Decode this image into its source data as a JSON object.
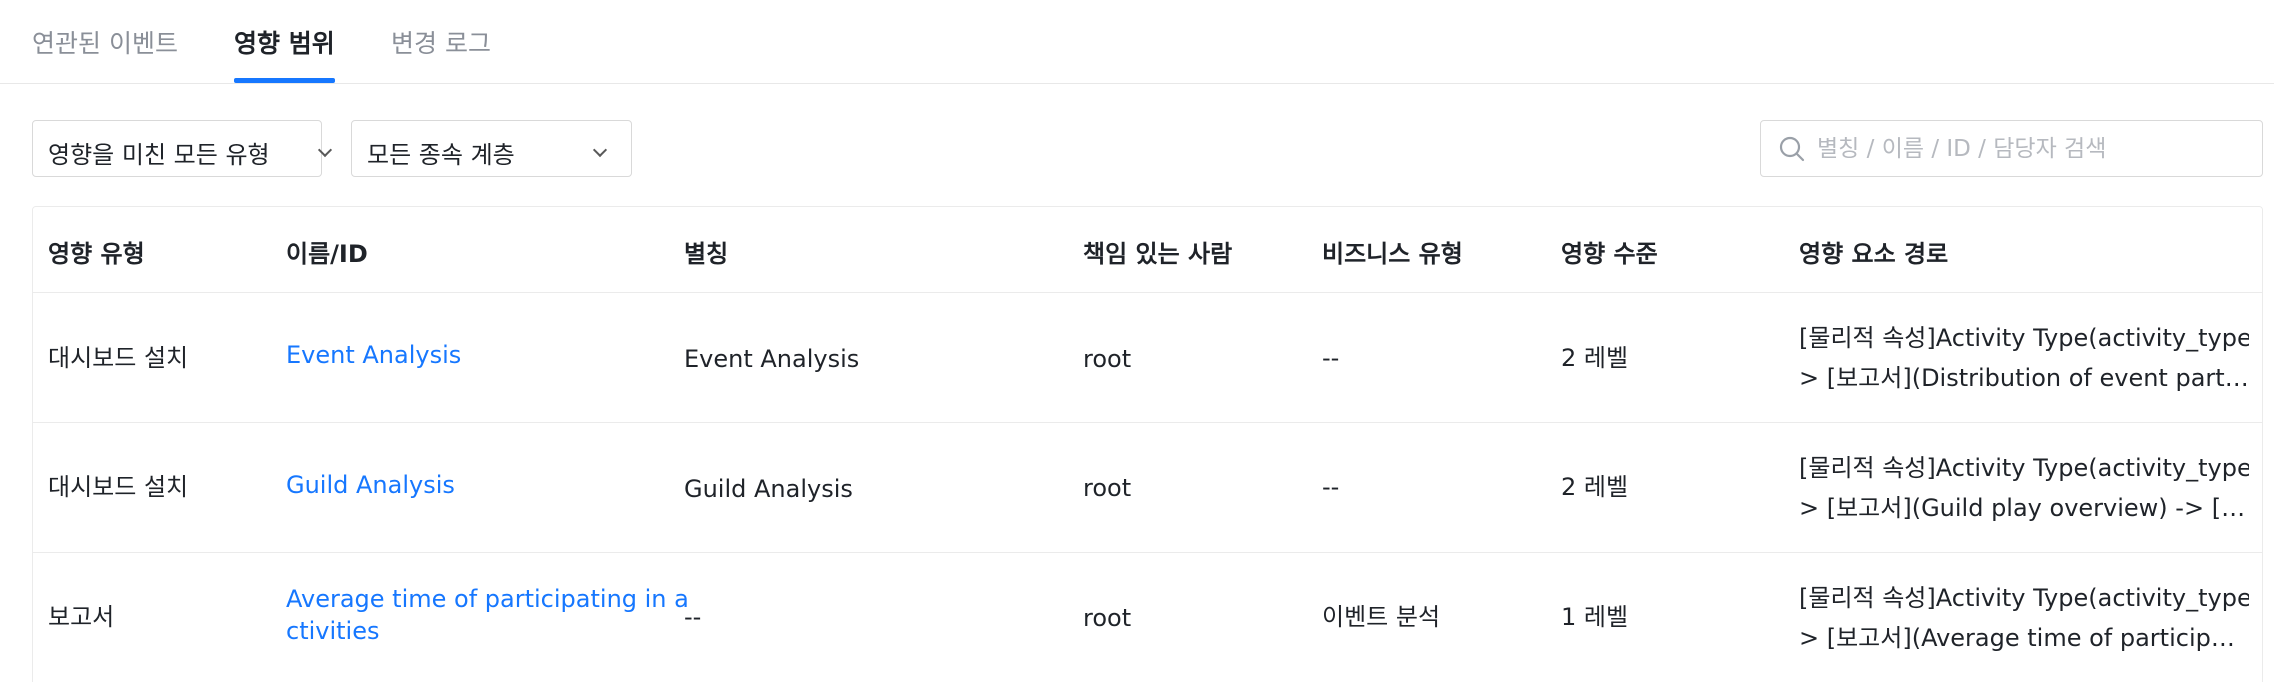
{
  "tabs": [
    {
      "label": "연관된 이벤트",
      "active": false
    },
    {
      "label": "영향 범위",
      "active": true
    },
    {
      "label": "변경 로그",
      "active": false
    }
  ],
  "accent_color": "#1677ff",
  "filters": {
    "impact_type": "영향을 미친 모든 유형",
    "dependency_level": "모든 종속 계층"
  },
  "search": {
    "placeholder": "별칭 / 이름 / ID / 담당자 검색",
    "value": ""
  },
  "table": {
    "columns": [
      "영향 유형",
      "이름/ID",
      "별칭",
      "책임 있는 사람",
      "비즈니스 유형",
      "영향 수준",
      "영향 요소 경로"
    ],
    "rows": [
      {
        "impact_type": "대시보드 설치",
        "name_lines": [
          "Event Analysis"
        ],
        "alias": "Event Analysis",
        "owner": "root",
        "business_type": "--",
        "impact_level": "2 레벨",
        "path_line1": "[물리적 속성]Activity Type(activity_type) -",
        "path_line2": "> [보고서](Distribution of event participation"
      },
      {
        "impact_type": "대시보드 설치",
        "name_lines": [
          "Guild Analysis"
        ],
        "alias": "Guild Analysis",
        "owner": "root",
        "business_type": "--",
        "impact_level": "2 레벨",
        "path_line1": "[물리적 속성]Activity Type(activity_type) -",
        "path_line2": "> [보고서](Guild play overview) -> [대시보드]"
      },
      {
        "impact_type": "보고서",
        "name_lines": [
          "Average time of participating in a",
          "ctivities"
        ],
        "alias": "--",
        "owner": "root",
        "business_type": "이벤트 분석",
        "impact_level": "1 레벨",
        "path_line1": "[물리적 속성]Activity Type(activity_type) -",
        "path_line2": "> [보고서](Average time of participating in activities)"
      }
    ]
  }
}
